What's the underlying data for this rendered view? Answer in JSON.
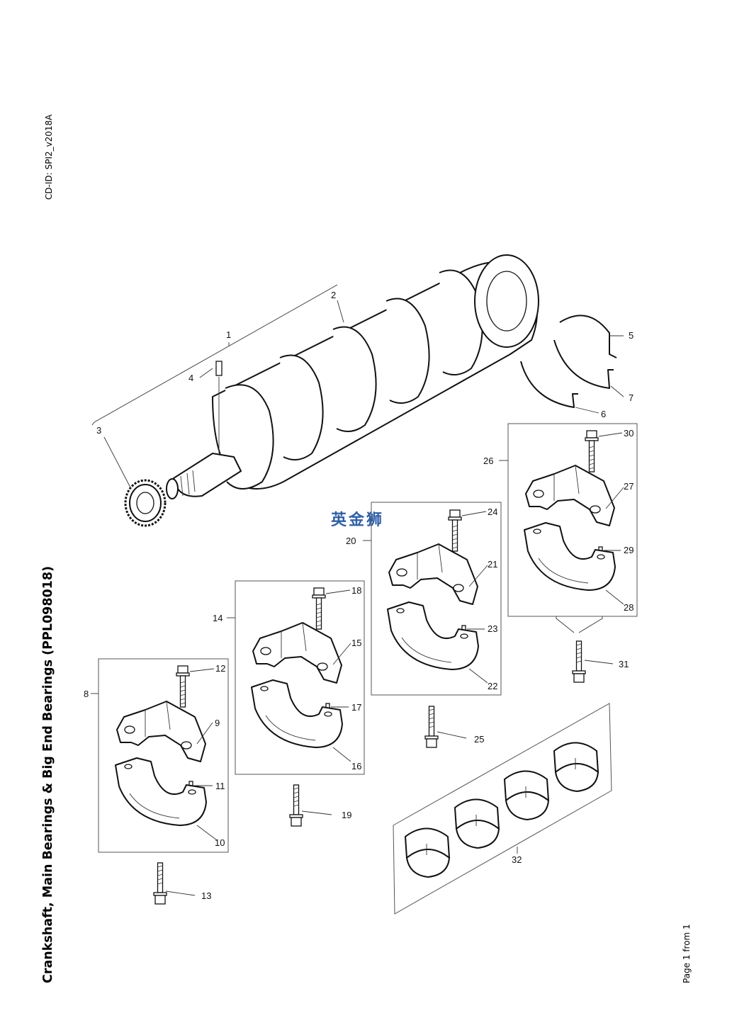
{
  "header": {
    "cd_id": "CD-ID: SPI2_v2018A"
  },
  "title": "Crankshaft, Main Bearings & Big End Bearings (PPL098018)",
  "footer": {
    "page": "Page 1 from 1"
  },
  "watermark": "英金狮",
  "callouts": [
    "1",
    "2",
    "3",
    "4",
    "5",
    "6",
    "7",
    "8",
    "9",
    "10",
    "11",
    "12",
    "13",
    "14",
    "15",
    "16",
    "17",
    "18",
    "19",
    "20",
    "21",
    "22",
    "23",
    "24",
    "25",
    "26",
    "27",
    "28",
    "29",
    "30",
    "31",
    "32"
  ]
}
